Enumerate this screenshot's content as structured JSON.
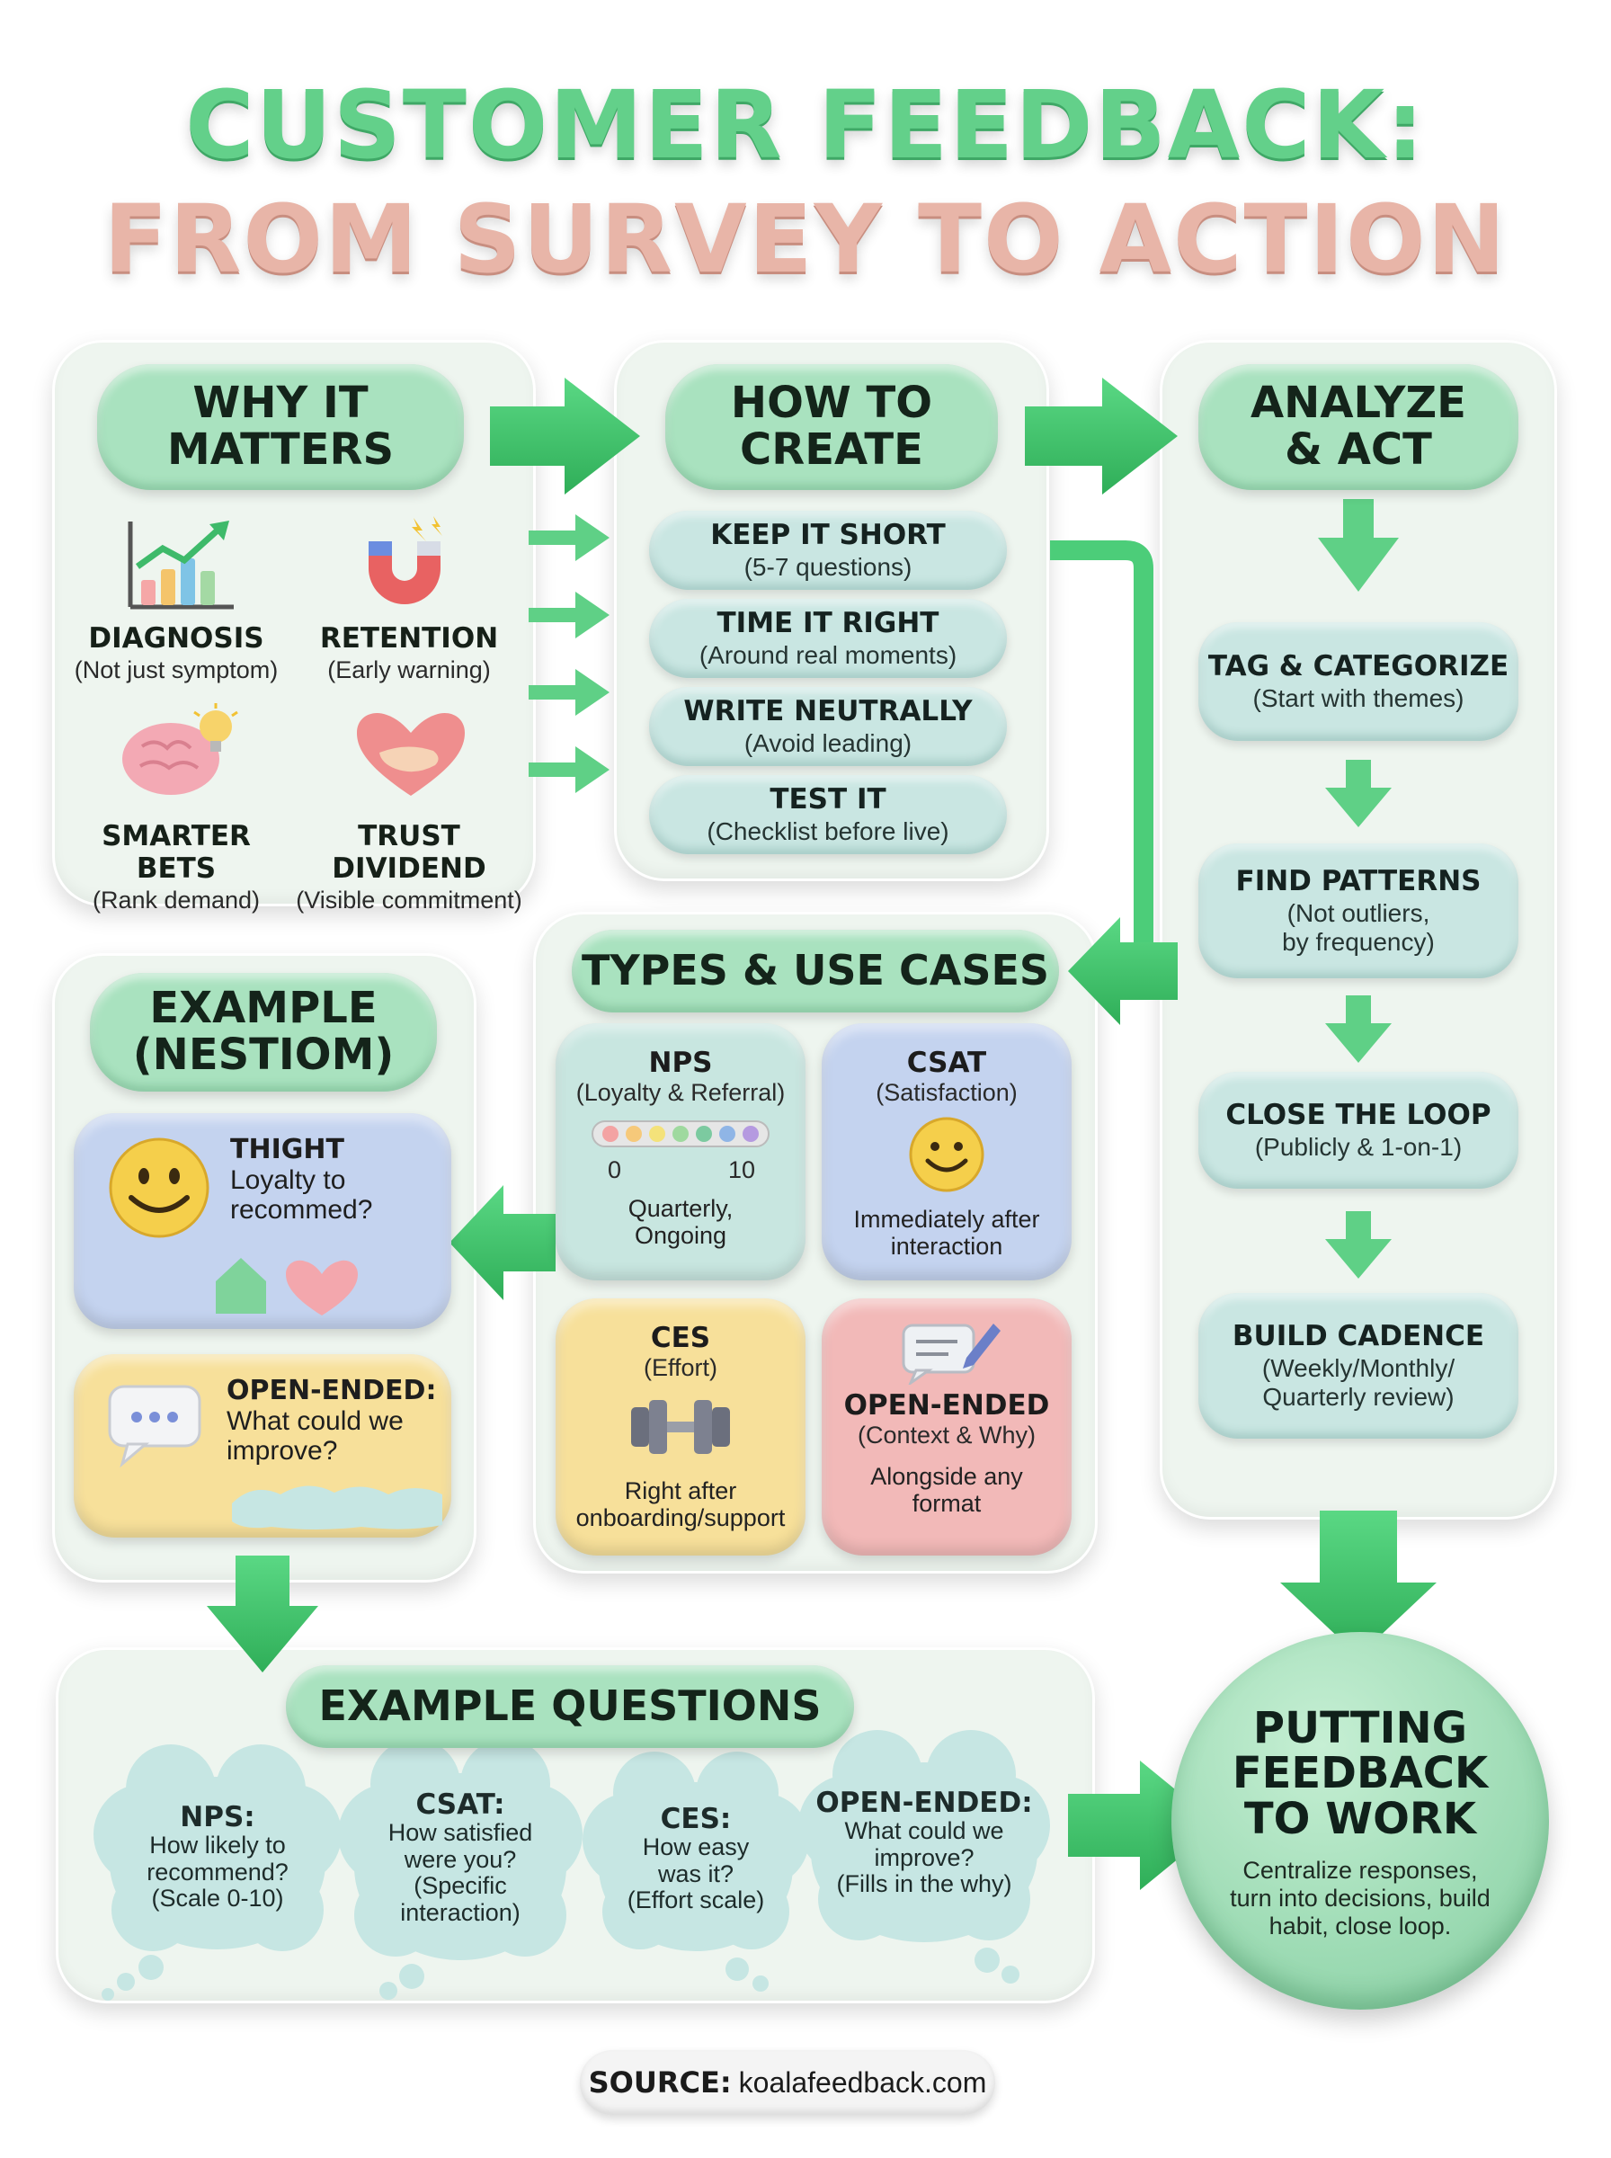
{
  "title": {
    "line1": "CUSTOMER FEEDBACK:",
    "line2": "FROM SURVEY TO ACTION"
  },
  "colors": {
    "green_title": "#63d08a",
    "pink_title": "#e8b5a8",
    "arrow_green": "#3ec56a",
    "panel": "#eef5ef",
    "pill_green": "#a9e2bf",
    "step_teal": "#c9e6e2",
    "card_blue": "#c4d3ef",
    "card_yellow": "#f7e09a",
    "card_pink": "#f2b9b8"
  },
  "why": {
    "header_line1": "WHY IT",
    "header_line2": "MATTERS",
    "items": [
      {
        "title": "DIAGNOSIS",
        "sub": "(Not just symptom)",
        "icon": "bar-chart-icon"
      },
      {
        "title": "RETENTION",
        "sub": "(Early warning)",
        "icon": "magnet-icon"
      },
      {
        "title": "SMARTER BETS",
        "sub": "(Rank demand)",
        "icon": "brain-icon"
      },
      {
        "title": "TRUST DIVIDEND",
        "sub": "(Visible commitment)",
        "icon": "handshake-icon"
      }
    ]
  },
  "create": {
    "header_line1": "HOW TO",
    "header_line2": "CREATE",
    "steps": [
      {
        "title": "KEEP IT SHORT",
        "sub": "(5-7 questions)"
      },
      {
        "title": "TIME IT RIGHT",
        "sub": "(Around real moments)"
      },
      {
        "title": "WRITE NEUTRALLY",
        "sub": "(Avoid leading)"
      },
      {
        "title": "TEST IT",
        "sub": "(Checklist before live)"
      }
    ]
  },
  "analyze": {
    "header_line1": "ANALYZE",
    "header_line2": "& ACT",
    "steps": [
      {
        "title": "TAG & CATEGORIZE",
        "sub": "(Start with themes)"
      },
      {
        "title": "FIND PATTERNS",
        "sub1": "(Not outliers,",
        "sub2": "by frequency)"
      },
      {
        "title": "CLOSE THE LOOP",
        "sub": "(Publicly & 1-on-1)"
      },
      {
        "title": "BUILD CADENCE",
        "sub1": "(Weekly/Monthly/",
        "sub2": "Quarterly review)"
      }
    ]
  },
  "types": {
    "header": "TYPES & USE CASES",
    "nps": {
      "title": "NPS",
      "sub": "(Loyalty & Referral)",
      "scale_min": "0",
      "scale_max": "10",
      "freq1": "Quarterly,",
      "freq2": "Ongoing"
    },
    "csat": {
      "title": "CSAT",
      "sub": "(Satisfaction)",
      "freq1": "Immediately after",
      "freq2": "interaction"
    },
    "ces": {
      "title": "CES",
      "sub": "(Effort)",
      "freq1": "Right after",
      "freq2": "onboarding/support"
    },
    "open": {
      "title": "OPEN-ENDED",
      "sub": "(Context & Why)",
      "freq1": "Alongside any",
      "freq2": "format"
    }
  },
  "example": {
    "header_line1": "EXAMPLE",
    "header_line2": "(NESTIOM)",
    "card1": {
      "title": "THIGHT",
      "line1": "Loyalty to",
      "line2": "recommed?"
    },
    "card2": {
      "title": "OPEN-ENDED:",
      "line1": "What could we",
      "line2": "improve?"
    }
  },
  "questions": {
    "header": "EXAMPLE QUESTIONS",
    "items": [
      {
        "title": "NPS:",
        "lines": [
          "How likely to",
          "recommend?",
          "(Scale 0-10)"
        ]
      },
      {
        "title": "CSAT:",
        "lines": [
          "How satisfied",
          "were you?",
          "(Specific",
          "interaction)"
        ]
      },
      {
        "title": "CES:",
        "lines": [
          "How easy",
          "was it?",
          "(Effort scale)"
        ]
      },
      {
        "title": "OPEN-ENDED:",
        "lines": [
          "What could we",
          "improve?",
          "(Fills in the why)"
        ]
      }
    ]
  },
  "final": {
    "line1": "PUTTING",
    "line2": "FEEDBACK",
    "line3": "TO WORK",
    "desc1": "Centralize responses,",
    "desc2": "turn into decisions, build",
    "desc3": "habit, close loop."
  },
  "source": {
    "label": "SOURCE:",
    "value": "koalafeedback.com"
  }
}
